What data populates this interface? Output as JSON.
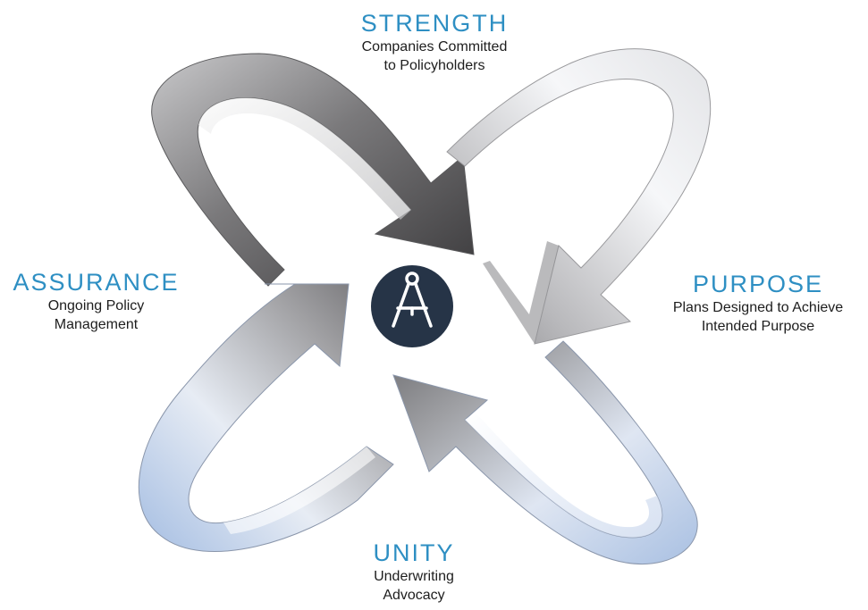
{
  "labels": {
    "strength": {
      "title": "STRENGTH",
      "line1": "Companies Committed",
      "line2": "to Policyholders"
    },
    "assurance": {
      "title": "ASSURANCE",
      "line1": "Ongoing Policy",
      "line2": "Management"
    },
    "purpose": {
      "title": "PURPOSE",
      "line1": "Plans Designed to Achieve",
      "line2": "Intended Purpose"
    },
    "unity": {
      "title": "UNITY",
      "line1": "Underwriting",
      "line2": "Advocacy"
    }
  },
  "center_icon": "compass-drafting-icon",
  "colors": {
    "title_blue": "#2e8fc3",
    "text_dark": "#1d1d1d",
    "icon_bg": "#263447",
    "icon_fg": "#ffffff",
    "arrow_dark": "#3f3e3f",
    "arrow_mid": "#8f8f91",
    "arrow_light": "#f3f4f7",
    "arrow_blue": "#a9c0e2"
  }
}
